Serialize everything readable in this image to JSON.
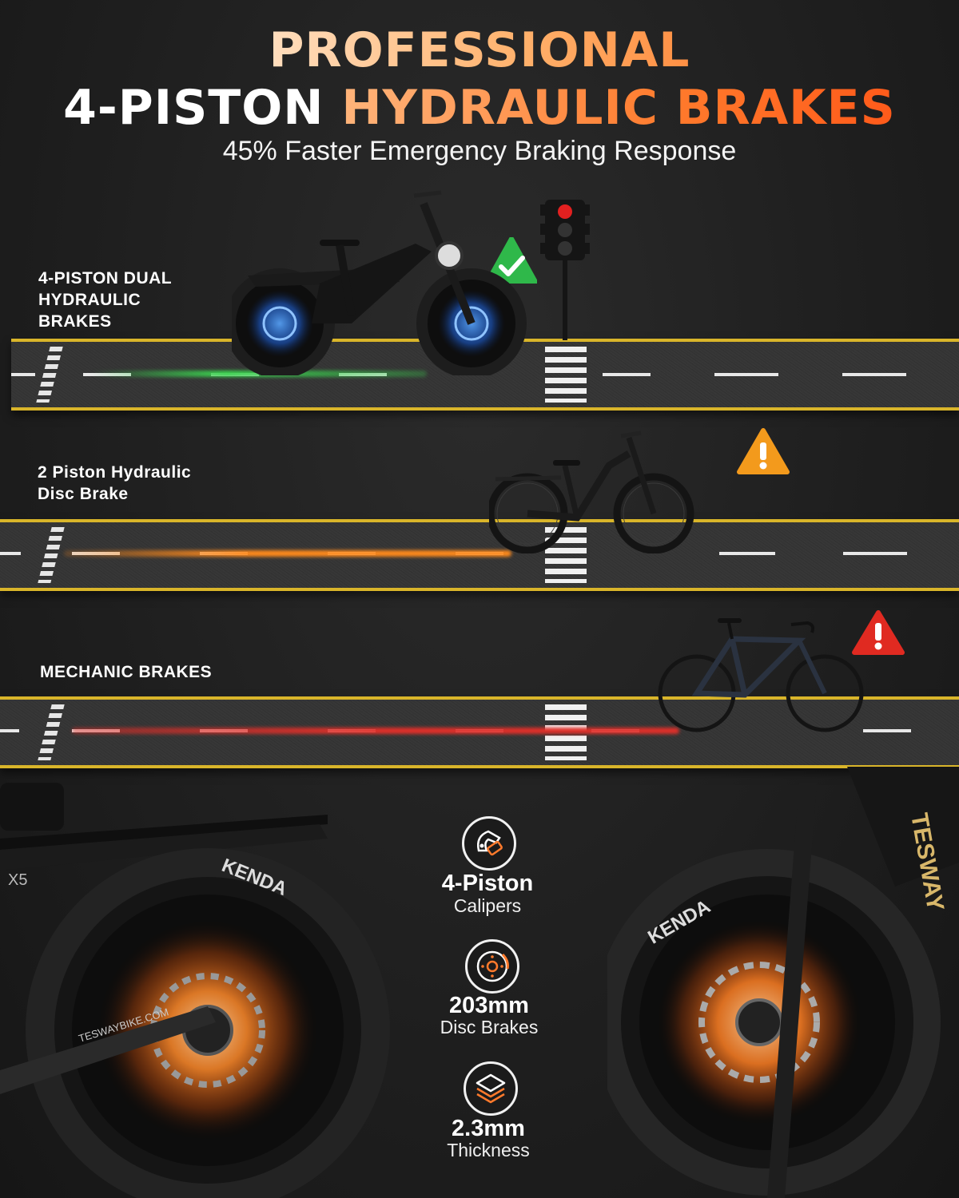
{
  "header": {
    "title_line1": "PROFESSIONAL",
    "title_line2_white": "4-PISTON ",
    "title_line2_orange": "HYDRAULIC BRAKES",
    "subtitle": "45% Faster Emergency Braking Response"
  },
  "rows": [
    {
      "label_lines": [
        "4-PISTON  DUAL",
        "HYDRAULIC",
        "BRAKES"
      ],
      "status_icon": "check-icon",
      "status_color": "#2fb84a",
      "trail_color": "#3bd14f"
    },
    {
      "label_lines": [
        "2 Piston Hydraulic",
        "Disc Brake"
      ],
      "status_icon": "warning-icon",
      "status_color": "#f39a1c",
      "trail_color": "#ff8a1c"
    },
    {
      "label_lines": [
        "MECHANIC  BRAKES"
      ],
      "status_icon": "alert-icon",
      "status_color": "#e02a21",
      "trail_color": "#e0302a"
    }
  ],
  "bike_markings": {
    "rear_model": "X5",
    "brand_frame": "TESWAY",
    "tire_brand": "KENDA",
    "site": "TESWAYBIKE.COM"
  },
  "features": [
    {
      "icon": "brake-caliper-icon",
      "value": "4-Piston",
      "label": "Calipers"
    },
    {
      "icon": "disc-brake-icon",
      "value": "203mm",
      "label": "Disc Brakes"
    },
    {
      "icon": "layers-icon",
      "value": "2.3mm",
      "label": "Thickness"
    }
  ],
  "colors": {
    "accent_orange": "#ff7a2c",
    "road_line_yellow": "#d9b52a"
  }
}
